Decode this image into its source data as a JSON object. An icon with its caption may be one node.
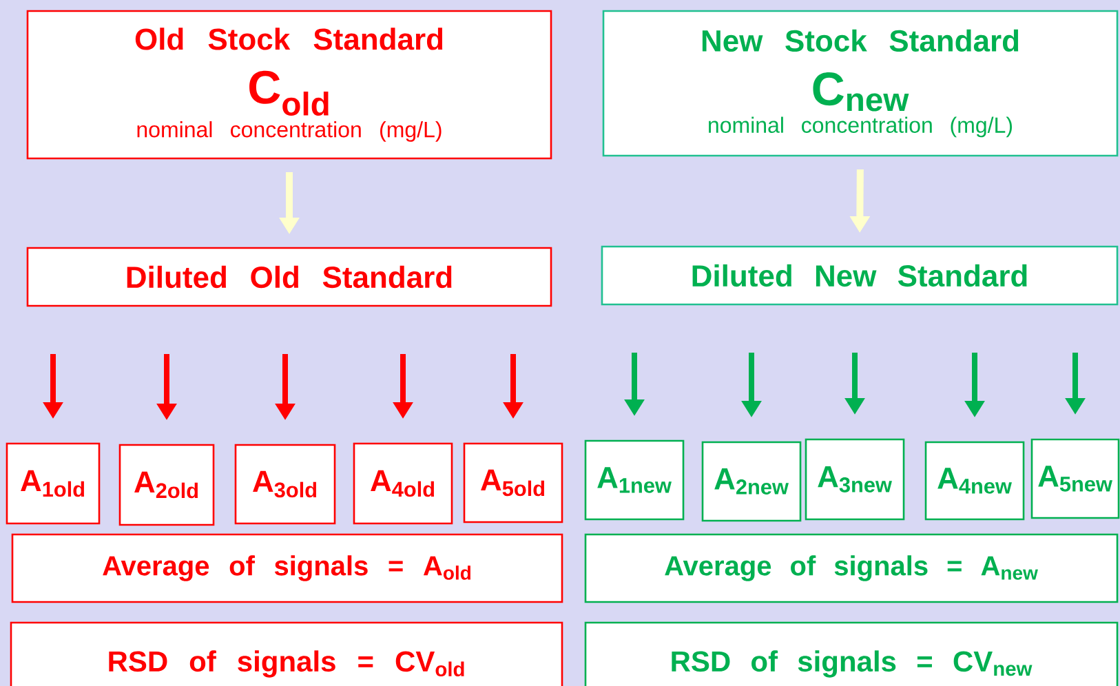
{
  "diagram": {
    "nodes": [
      {
        "text": [
          "Old Stock Standard",
          "C$_{old}$",
          "nominal concentration (mg/L)"
        ]
      },
      {
        "text": [
          "New Stock Standard",
          "C$_{new}$",
          "nominal concentration (mg/L)"
        ]
      },
      {
        "text": [
          "Diluted Old Standard"
        ]
      },
      {
        "text": [
          "Diluted New Standard"
        ]
      },
      {
        "text": [
          "A$_{1old}$"
        ]
      },
      {
        "text": [
          "A$_{2old}$"
        ]
      },
      {
        "text": [
          "A$_{3old}$"
        ]
      },
      {
        "text": [
          "A$_{4old}$"
        ]
      },
      {
        "text": [
          "A$_{5old}$"
        ]
      },
      {
        "text": [
          "A$_{1new}$"
        ]
      },
      {
        "text": [
          "A$_{2new}$"
        ]
      },
      {
        "text": [
          "A$_{3new}$"
        ]
      },
      {
        "text": [
          "A$_{4new}$"
        ]
      },
      {
        "text": [
          "A$_{5new}$"
        ]
      },
      {
        "text": [
          "Average of signals = A$_{old}$"
        ]
      },
      {
        "text": [
          "Average of signals = A$_{new}$"
        ]
      },
      {
        "text": [
          "RSD of signals = CV$_{old}$"
        ]
      },
      {
        "text": [
          "RSD of signals = CV$_{new}$"
        ]
      }
    ],
    "edges": [
      {
        "from": 0,
        "to": 2,
        "arrow": "to",
        "color": "#ffffcc"
      },
      {
        "from": 1,
        "to": 3,
        "arrow": "to",
        "color": "#ffffcc"
      },
      {
        "from": 2,
        "to": 4,
        "arrow": "to",
        "color": "#ff0000"
      },
      {
        "from": 2,
        "to": 5,
        "arrow": "to",
        "color": "#ff0000"
      },
      {
        "from": 2,
        "to": 6,
        "arrow": "to",
        "color": "#ff0000"
      },
      {
        "from": 2,
        "to": 7,
        "arrow": "to",
        "color": "#ff0000"
      },
      {
        "from": 2,
        "to": 8,
        "arrow": "to",
        "color": "#ff0000"
      },
      {
        "from": 3,
        "to": 9,
        "arrow": "to",
        "color": "#00b050"
      },
      {
        "from": 3,
        "to": 10,
        "arrow": "to",
        "color": "#00b050"
      },
      {
        "from": 3,
        "to": 11,
        "arrow": "to",
        "color": "#00b050"
      },
      {
        "from": 3,
        "to": 12,
        "arrow": "to",
        "color": "#00b050"
      },
      {
        "from": 3,
        "to": 13,
        "arrow": "to",
        "color": "#00b050"
      }
    ]
  }
}
